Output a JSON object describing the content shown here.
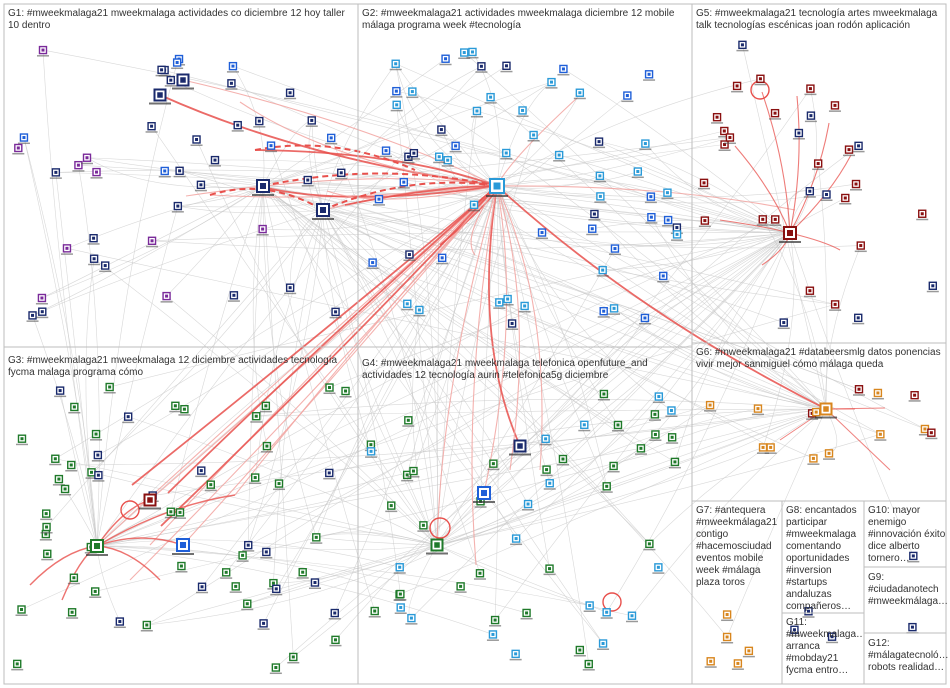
{
  "panels": [
    {
      "id": "G1",
      "label": "G1: #mweekmalaga21 mweekmalaga actividades co diciembre 12 hoy taller 10 dentro"
    },
    {
      "id": "G2",
      "label": "G2: #mweekmalaga21 actividades mweekmalaga diciembre 12 mobile málaga programa week #tecnología"
    },
    {
      "id": "G5",
      "label": "G5: #mweekmalaga21 tecnología artes mweekmalaga talk tecnologías escénicas joan rodón aplicación"
    },
    {
      "id": "G3",
      "label": "G3: #mweekmalaga21 mweekmalaga 12 diciembre actividades tecnología fycma malaga programa cómo"
    },
    {
      "id": "G4",
      "label": "G4: #mweekmalaga21 mweekmalaga telefonica openfuture_and actividades 12 tecnología aurin #telefonica5g diciembre"
    },
    {
      "id": "G6",
      "label": "G6: #mweekmalaga21 #databeersmlg datos ponencias vivir mejor sanmiguel cómo málaga queda"
    },
    {
      "id": "G7",
      "label": "G7: #antequera #mweekmálaga21 contigo #hacemosciudad eventos mobile week #málaga plaza toros"
    },
    {
      "id": "G8",
      "label": "G8: encantados participar #mweekmalaga comentando oportunidades #inversion #startups andaluzas compañeros…"
    },
    {
      "id": "G10",
      "label": "G10: mayor enemigo #innovación éxito dice alberto tornero…"
    },
    {
      "id": "G9",
      "label": "G9: #ciudadanotech #mweekmálaga…"
    },
    {
      "id": "G11",
      "label": "G11: #mweekmalaga… arranca #mobday21 fycma entro…"
    },
    {
      "id": "G12",
      "label": "G12: #málagatecnoló… robots realidad…"
    }
  ],
  "colors": {
    "border": "#bdbdbd",
    "edge_light": "#c8c8c8",
    "edge_red": "#e8504c",
    "edge_red_light": "#f2a3a0",
    "node_blue": "#1f5fd8",
    "node_navy": "#1a2a6c",
    "node_purple": "#7a2a9a",
    "node_green": "#1f7a2a",
    "node_darkred": "#8a1010",
    "node_orange": "#d8861e",
    "node_sky": "#2a9ad8"
  }
}
